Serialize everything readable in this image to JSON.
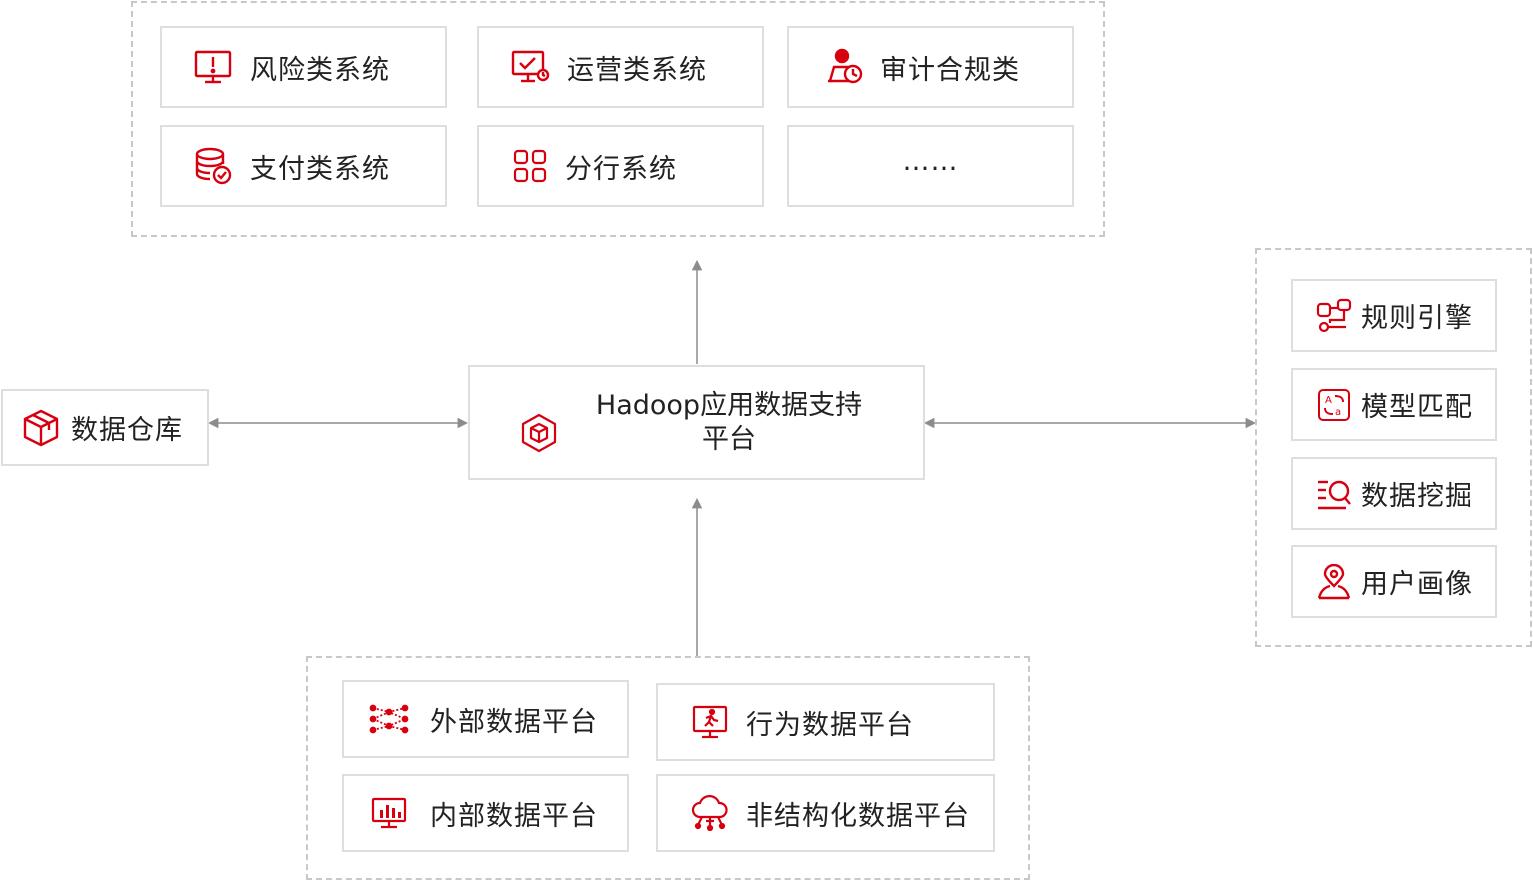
{
  "colors": {
    "accent": "#d7000f",
    "border": "#dedede",
    "dashed": "#c8c8c8",
    "arrow": "#8c8c8c"
  },
  "top_group": {
    "items": [
      {
        "label": "风险类系统",
        "icon": "alert-monitor-icon"
      },
      {
        "label": "运营类系统",
        "icon": "monitor-check-icon"
      },
      {
        "label": "审计合规类",
        "icon": "user-audit-clock-icon"
      },
      {
        "label": "支付类系统",
        "icon": "database-check-icon"
      },
      {
        "label": "分行系统",
        "icon": "grid-apps-icon"
      },
      {
        "label": "……",
        "icon": ""
      }
    ]
  },
  "center": {
    "line1": "Hadoop应用数据支持",
    "line2": "平台",
    "icon": "hexagon-cube-icon"
  },
  "left": {
    "label": "数据仓库",
    "icon": "cube-icon"
  },
  "right_group": {
    "items": [
      {
        "label": "规则引擎",
        "icon": "flow-rules-icon"
      },
      {
        "label": "模型匹配",
        "icon": "translate-match-icon"
      },
      {
        "label": "数据挖掘",
        "icon": "list-search-icon"
      },
      {
        "label": "用户画像",
        "icon": "user-pin-icon"
      }
    ]
  },
  "bottom_group": {
    "items": [
      {
        "label": "外部数据平台",
        "icon": "network-nodes-icon"
      },
      {
        "label": "行为数据平台",
        "icon": "monitor-runner-icon"
      },
      {
        "label": "内部数据平台",
        "icon": "monitor-chart-icon"
      },
      {
        "label": "非结构化数据平台",
        "icon": "cloud-network-icon"
      }
    ]
  }
}
